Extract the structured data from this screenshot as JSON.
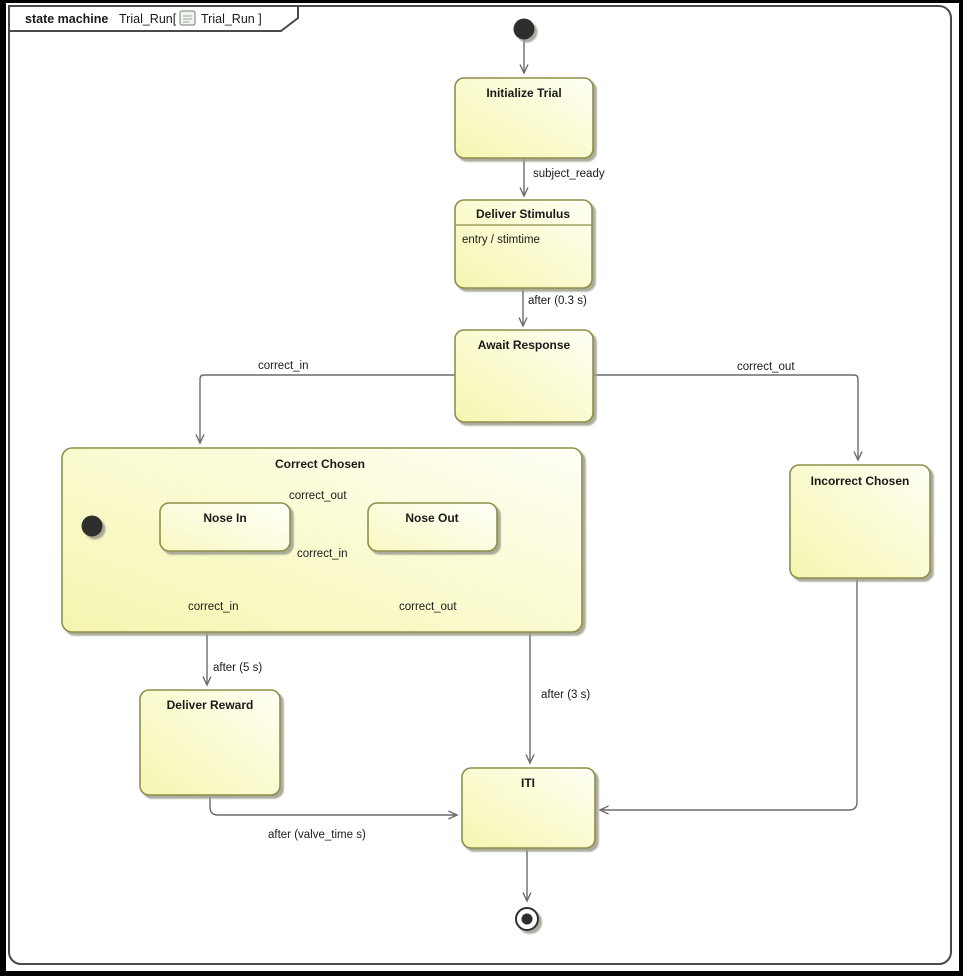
{
  "diagram": {
    "kind_label": "state machine",
    "name_label": "Trial_Run[",
    "context_label": "Trial_Run ]"
  },
  "icons": {
    "tab_icon": "diagram-icon",
    "initial_top": "initial-state-icon",
    "initial_inner": "initial-state-icon",
    "final": "final-state-icon"
  },
  "states": {
    "initialize_trial": "Initialize Trial",
    "deliver_stimulus": "Deliver Stimulus",
    "deliver_stimulus_entry": "entry / stimtime",
    "await_response": "Await Response",
    "correct_chosen": "Correct Chosen",
    "nose_in": "Nose In",
    "nose_out": "Nose Out",
    "incorrect_chosen": "Incorrect Chosen",
    "deliver_reward": "Deliver Reward",
    "iti": "ITI"
  },
  "transitions": {
    "subject_ready": "subject_ready",
    "after_stimulus": "after (0.3 s)",
    "correct_in": "correct_in",
    "correct_out": "correct_out",
    "nose_in_to_out": "correct_out",
    "nose_out_to_in": "correct_in",
    "nose_in_self": "correct_in",
    "nose_out_self": "correct_out",
    "after_5s": "after (5 s)",
    "after_3s": "after (3 s)",
    "after_valve": "after (valve_time s)"
  },
  "colors": {
    "state_fill_yellow": "#f6f6b4",
    "state_fill_light": "#fffff6",
    "state_border": "#8f8f4a",
    "transition_line": "#6b6b6b",
    "text": "#1a1a1a",
    "frame_border": "#4a4a4a",
    "page_edge": "#000000"
  }
}
